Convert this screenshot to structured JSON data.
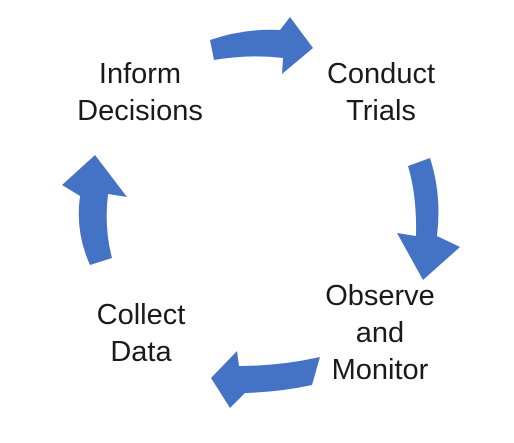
{
  "diagram": {
    "type": "cycle",
    "stages": [
      {
        "lines": [
          "Inform",
          "Decisions"
        ]
      },
      {
        "lines": [
          "Conduct",
          "Trials"
        ]
      },
      {
        "lines": [
          "Observe",
          "and",
          "Monitor"
        ]
      },
      {
        "lines": [
          "Collect",
          "Data"
        ]
      }
    ],
    "arrow_color": "#4472C4",
    "arrows": [
      {
        "from": "Inform Decisions",
        "to": "Conduct Trials",
        "icon": "curved-arrow-right-icon"
      },
      {
        "from": "Conduct Trials",
        "to": "Observe and Monitor",
        "icon": "curved-arrow-down-icon"
      },
      {
        "from": "Observe and Monitor",
        "to": "Collect Data",
        "icon": "curved-arrow-left-icon"
      },
      {
        "from": "Collect Data",
        "to": "Inform Decisions",
        "icon": "curved-arrow-up-icon"
      }
    ]
  }
}
